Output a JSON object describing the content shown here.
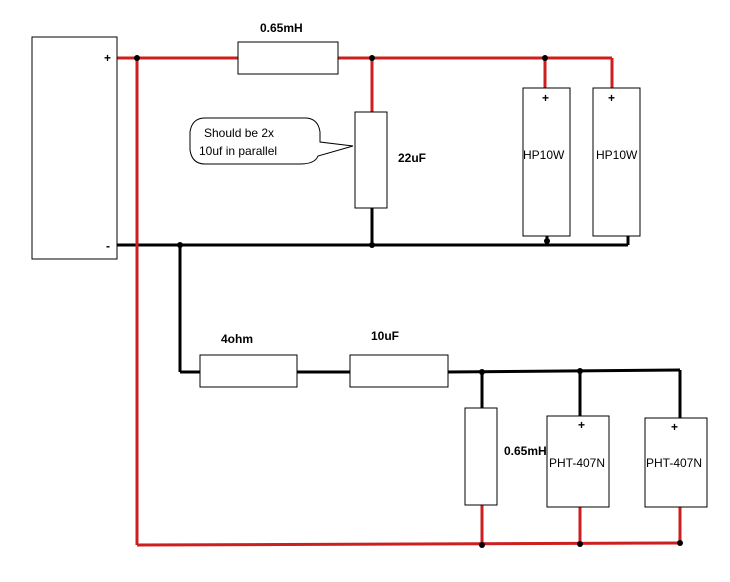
{
  "colors": {
    "positive_wire": "#cc1f1f",
    "negative_wire": "#000000"
  },
  "source": {
    "plus_sign": "+",
    "minus_sign": "-"
  },
  "components": {
    "inductor_top": "0.65mH",
    "capacitor_22": "22uF",
    "speaker_hp_1": "HP10W",
    "speaker_hp_2": "HP10W",
    "resistor_4ohm": "4ohm",
    "capacitor_10": "10uF",
    "inductor_bottom": "0.65mH",
    "speaker_pht_1": "PHT-407N",
    "speaker_pht_2": "PHT-407N"
  },
  "speaker_polarity": "+",
  "note": {
    "line1": "Should be 2x",
    "line2": "10uf in parallel"
  }
}
